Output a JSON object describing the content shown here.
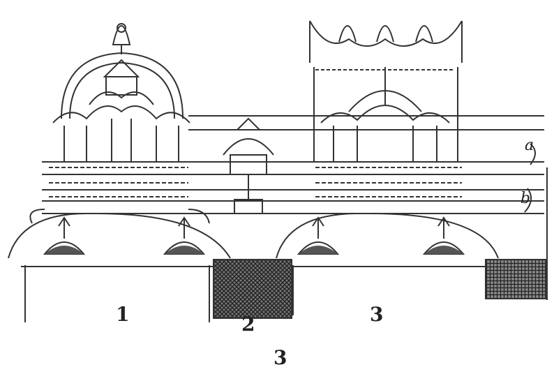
{
  "labels": {
    "panel_1": "1",
    "panel_2": "2",
    "panel_3": "3",
    "caption": "3",
    "marker_a": "a",
    "marker_b": "b"
  },
  "colors": {
    "ink": "#333333",
    "hatch": "#444444",
    "paper": "#ffffff"
  }
}
